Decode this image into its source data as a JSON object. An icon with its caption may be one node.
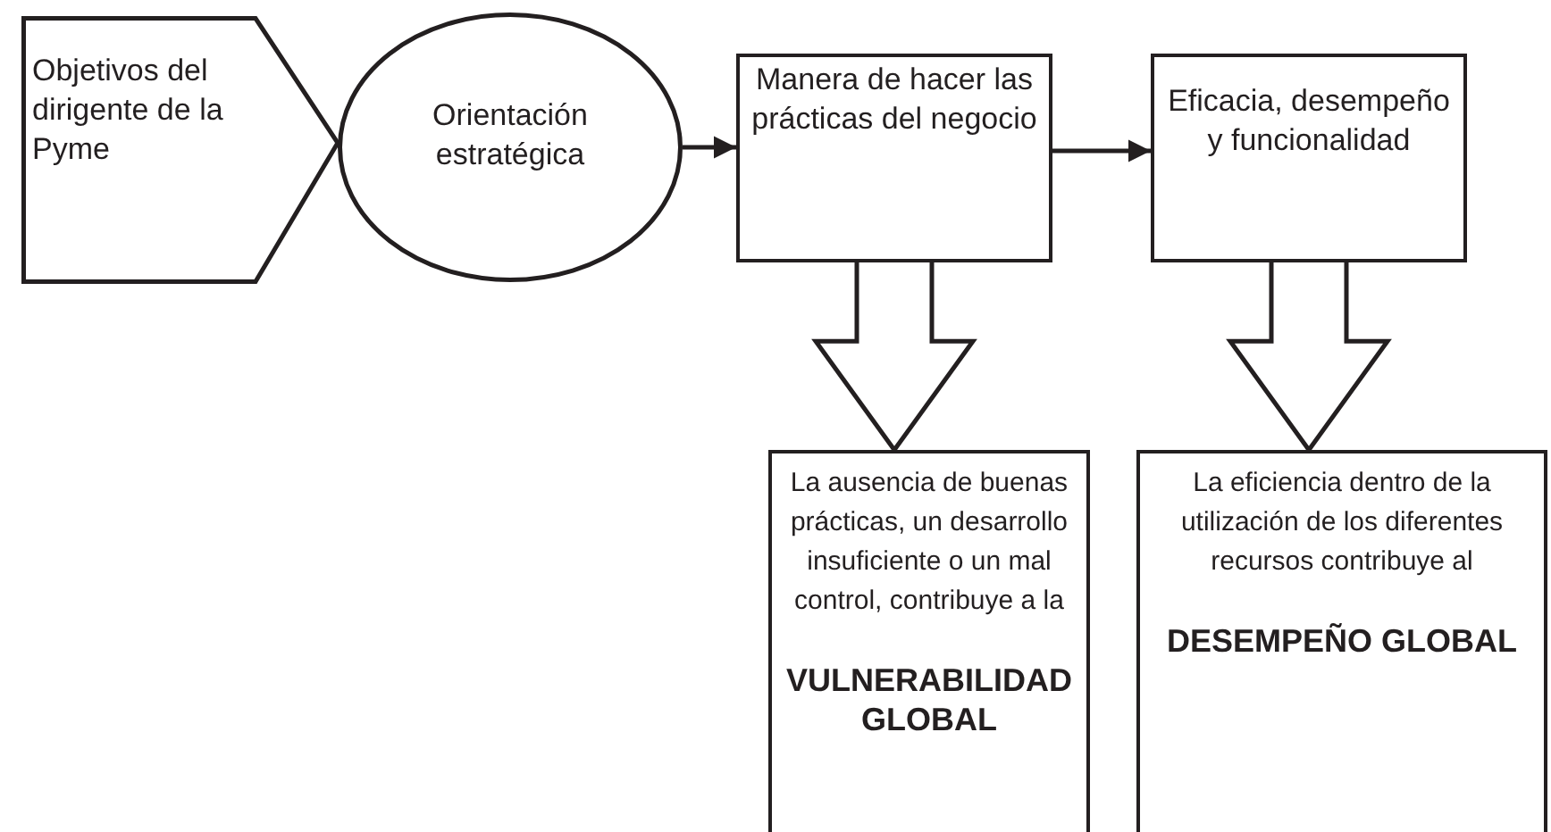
{
  "diagram": {
    "nodes": [
      {
        "text": [
          "Objetivos del dirigente de la Pyme"
        ]
      },
      {
        "text": [
          "Orientación estratégica"
        ]
      },
      {
        "text": [
          "Manera de hacer las prácticas del negocio"
        ]
      },
      {
        "text": [
          "Eficacia, desempeño y funcionalidad"
        ]
      },
      {
        "text": [
          "La ausencia de buenas prácticas, un desarrollo insuficiente o un mal control, contribuye a la",
          "VULNERABILIDAD GLOBAL"
        ]
      },
      {
        "text": [
          "La eficiencia dentro de la utilización de los diferentes recursos contribuye al",
          "DESEMPEÑO GLOBAL"
        ]
      }
    ],
    "edges": [
      {
        "from": 1,
        "to": 2,
        "arrow": "to"
      },
      {
        "from": 2,
        "to": 3,
        "arrow": "to"
      },
      {
        "from": 2,
        "to": 4,
        "arrow": "to"
      },
      {
        "from": 3,
        "to": 5,
        "arrow": "to"
      }
    ]
  }
}
